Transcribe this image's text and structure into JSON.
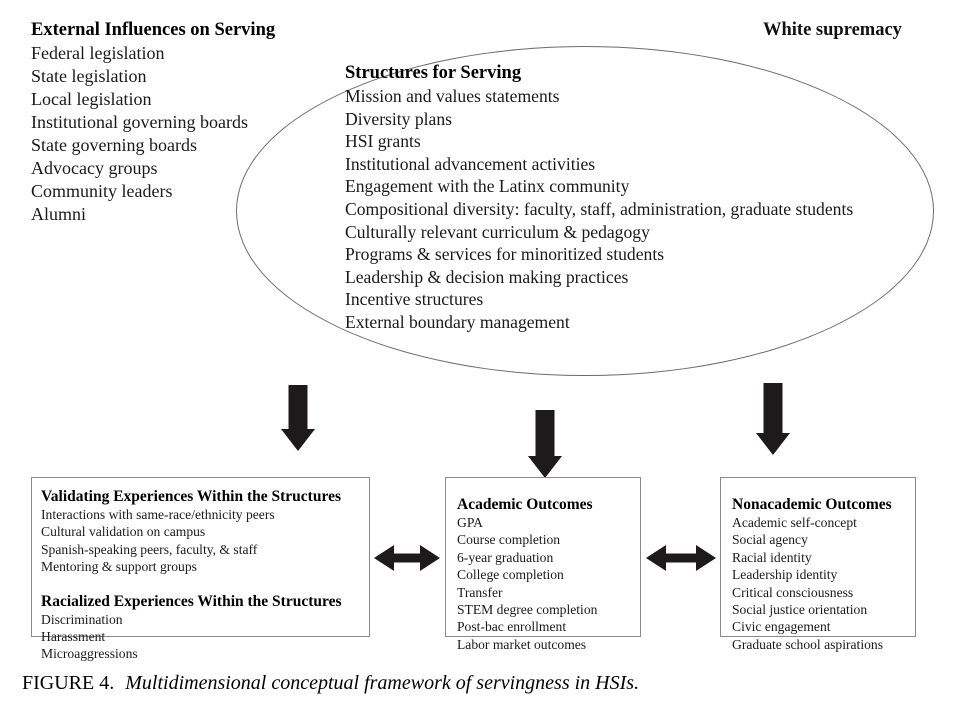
{
  "figure": {
    "caption_label": "FIGURE 4.",
    "caption_text": "Multidimensional conceptual framework of servingness in HSIs."
  },
  "external_influences": {
    "heading": "External Influences on Serving",
    "items": [
      "Federal legislation",
      "State legislation",
      "Local legislation",
      "Institutional governing boards",
      "State governing boards",
      "Advocacy groups",
      "Community leaders",
      "Alumni"
    ]
  },
  "white_supremacy": {
    "label": "White supremacy"
  },
  "structures": {
    "heading": "Structures for Serving",
    "items": [
      "Mission and values statements",
      "Diversity plans",
      "HSI grants",
      "Institutional advancement activities",
      "Engagement with the Latinx community",
      "Compositional diversity: faculty, staff, administration, graduate students",
      "Culturally relevant curriculum & pedagogy",
      "Programs & services for minoritized students",
      "Leadership & decision making practices",
      "Incentive structures",
      "External boundary management"
    ]
  },
  "experiences_box": {
    "validating_heading": "Validating Experiences Within the Structures",
    "validating_items": [
      "Interactions with same-race/ethnicity peers",
      "Cultural validation on campus",
      "Spanish-speaking peers, faculty, & staff",
      "Mentoring & support groups"
    ],
    "racialized_heading": "Racialized Experiences Within the Structures",
    "racialized_items": [
      "Discrimination",
      "Harassment",
      "Microaggressions"
    ]
  },
  "academic_outcomes": {
    "heading": "Academic Outcomes",
    "items": [
      "GPA",
      "Course completion",
      "6-year graduation",
      "College completion",
      "Transfer",
      "STEM degree completion",
      "Post-bac enrollment",
      "Labor market outcomes"
    ]
  },
  "nonacademic_outcomes": {
    "heading": "Nonacademic Outcomes",
    "items": [
      "Academic self-concept",
      "Social agency",
      "Racial identity",
      "Leadership identity",
      "Critical consciousness",
      "Social justice orientation",
      "Civic engagement",
      "Graduate school aspirations"
    ]
  },
  "connectors": {
    "down_arrow_left": "down-arrow",
    "down_arrow_middle": "down-arrow",
    "down_arrow_right": "down-arrow",
    "bidirectional_arrow_left": "double-headed-arrow",
    "bidirectional_arrow_right": "double-headed-arrow"
  },
  "colors": {
    "arrow": "#1c1a1a",
    "ellipse_border": "#6b6b6b",
    "box_border": "#8a8a8a",
    "text": "#111111"
  }
}
